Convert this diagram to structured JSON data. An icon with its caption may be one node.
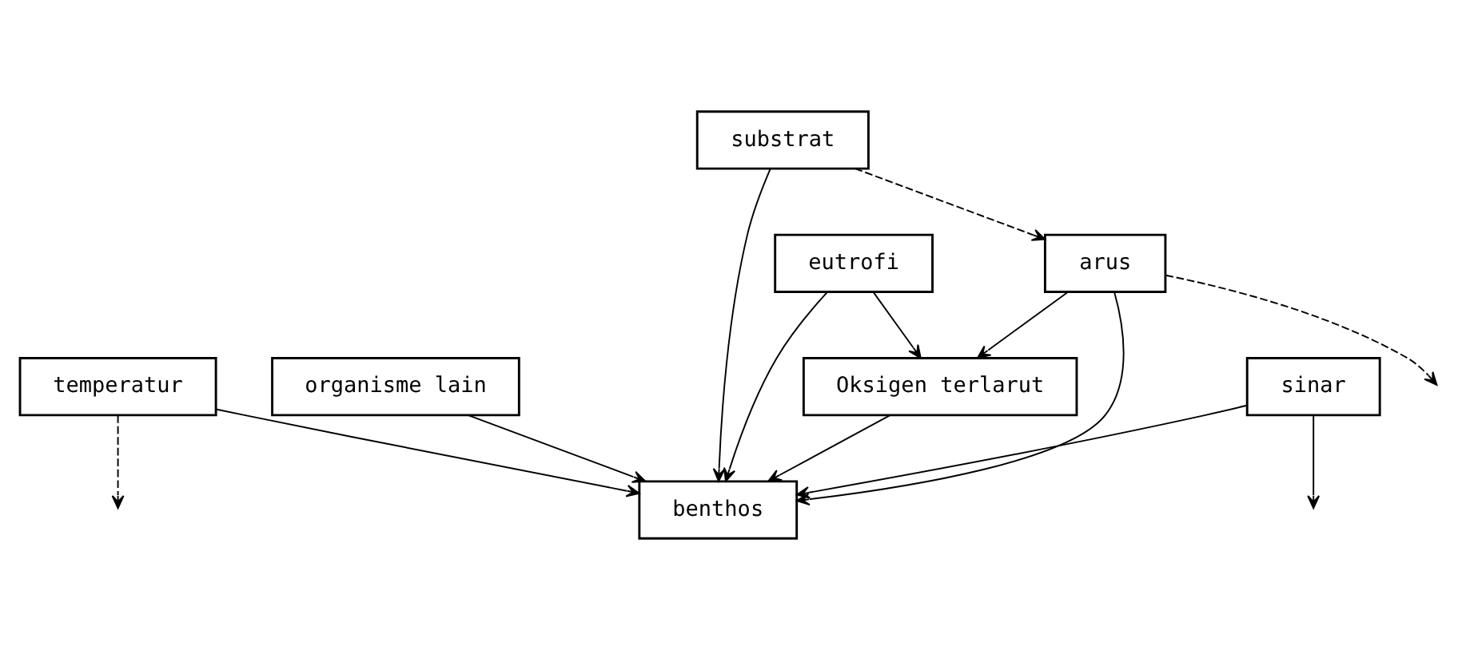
{
  "diagram": {
    "nodes": [
      {
        "text": [
          "Oksigen terlarut"
        ]
      },
      {
        "text": [
          "temperatur"
        ]
      },
      {
        "text": [
          "sinar"
        ]
      },
      {
        "text": [
          "arus"
        ]
      },
      {
        "text": [
          "eutrofi"
        ]
      },
      {
        "text": [
          "organisme lain"
        ]
      },
      {
        "text": [
          "benthos"
        ]
      },
      {
        "text": [
          "substrat"
        ]
      }
    ],
    "edges": [
      {
        "from": 3,
        "to": 0,
        "arrow": "to"
      },
      {
        "from": 1,
        "to": null,
        "arrow": "to",
        "style": "dashed"
      },
      {
        "from": 3,
        "to": null,
        "arrow": "to",
        "style": "dashed"
      },
      {
        "from": 0,
        "to": 6,
        "arrow": "to"
      },
      {
        "from": 1,
        "to": 6,
        "arrow": "to"
      },
      {
        "from": 2,
        "to": null,
        "arrow": "to"
      },
      {
        "from": 4,
        "to": 0,
        "arrow": "to"
      },
      {
        "from": 2,
        "to": 6,
        "arrow": "to"
      },
      {
        "from": 4,
        "to": 6,
        "arrow": "to"
      },
      {
        "from": 3,
        "to": 6,
        "arrow": "to"
      },
      {
        "from": 7,
        "to": 3,
        "arrow": "to",
        "style": "dashed"
      },
      {
        "from": 7,
        "to": 6,
        "arrow": "to"
      },
      {
        "from": 5,
        "to": 6,
        "arrow": "to"
      }
    ]
  }
}
